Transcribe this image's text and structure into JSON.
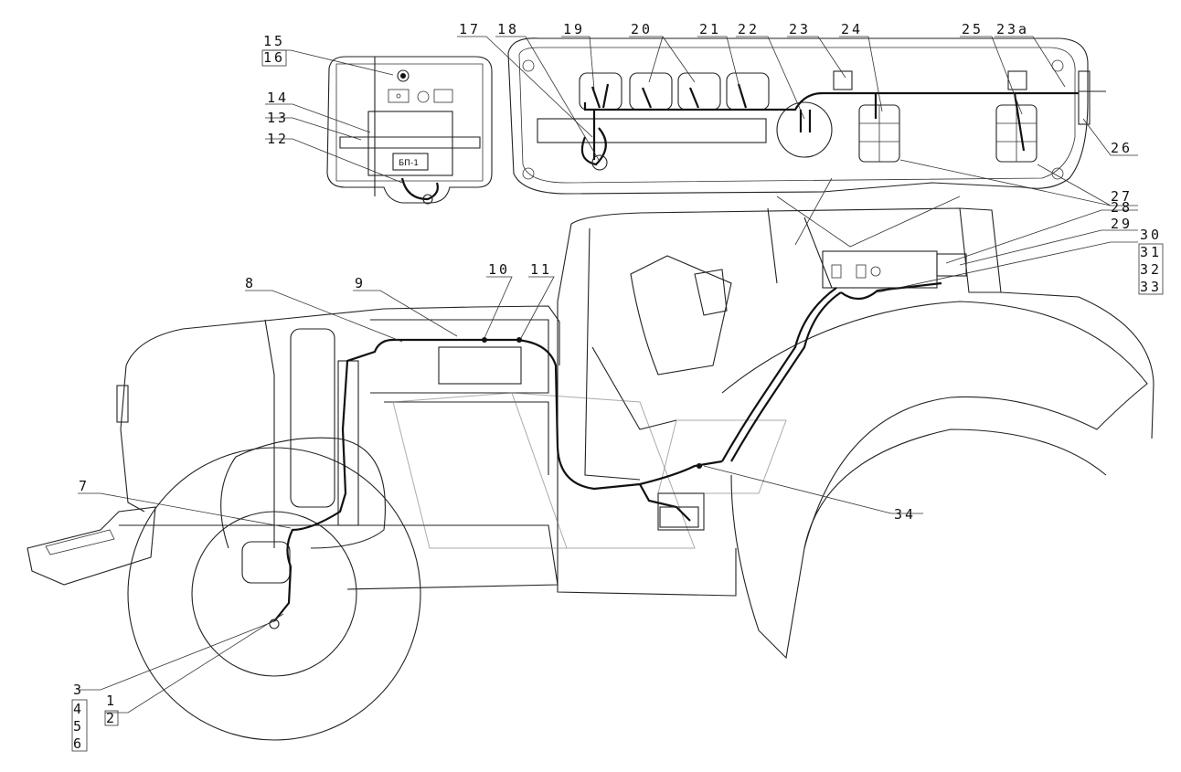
{
  "callouts": {
    "c1": "1",
    "c2": "2",
    "c3": "3",
    "c4": "4",
    "c5": "5",
    "c6": "6",
    "c7": "7",
    "c8": "8",
    "c9": "9",
    "c10": "10",
    "c11": "11",
    "c12": "12",
    "c13": "13",
    "c14": "14",
    "c15": "15",
    "c16": "16",
    "c17": "17",
    "c18": "18",
    "c19": "19",
    "c20": "20",
    "c21": "21",
    "c22": "22",
    "c23": "23",
    "c24": "24",
    "c25": "25",
    "c23a": "23а",
    "c26": "26",
    "c27": "27",
    "c28": "28",
    "c29": "29",
    "c30": "30",
    "c31": "31",
    "c32": "32",
    "c33": "33",
    "c34": "34"
  },
  "unit_label": "БП-1"
}
